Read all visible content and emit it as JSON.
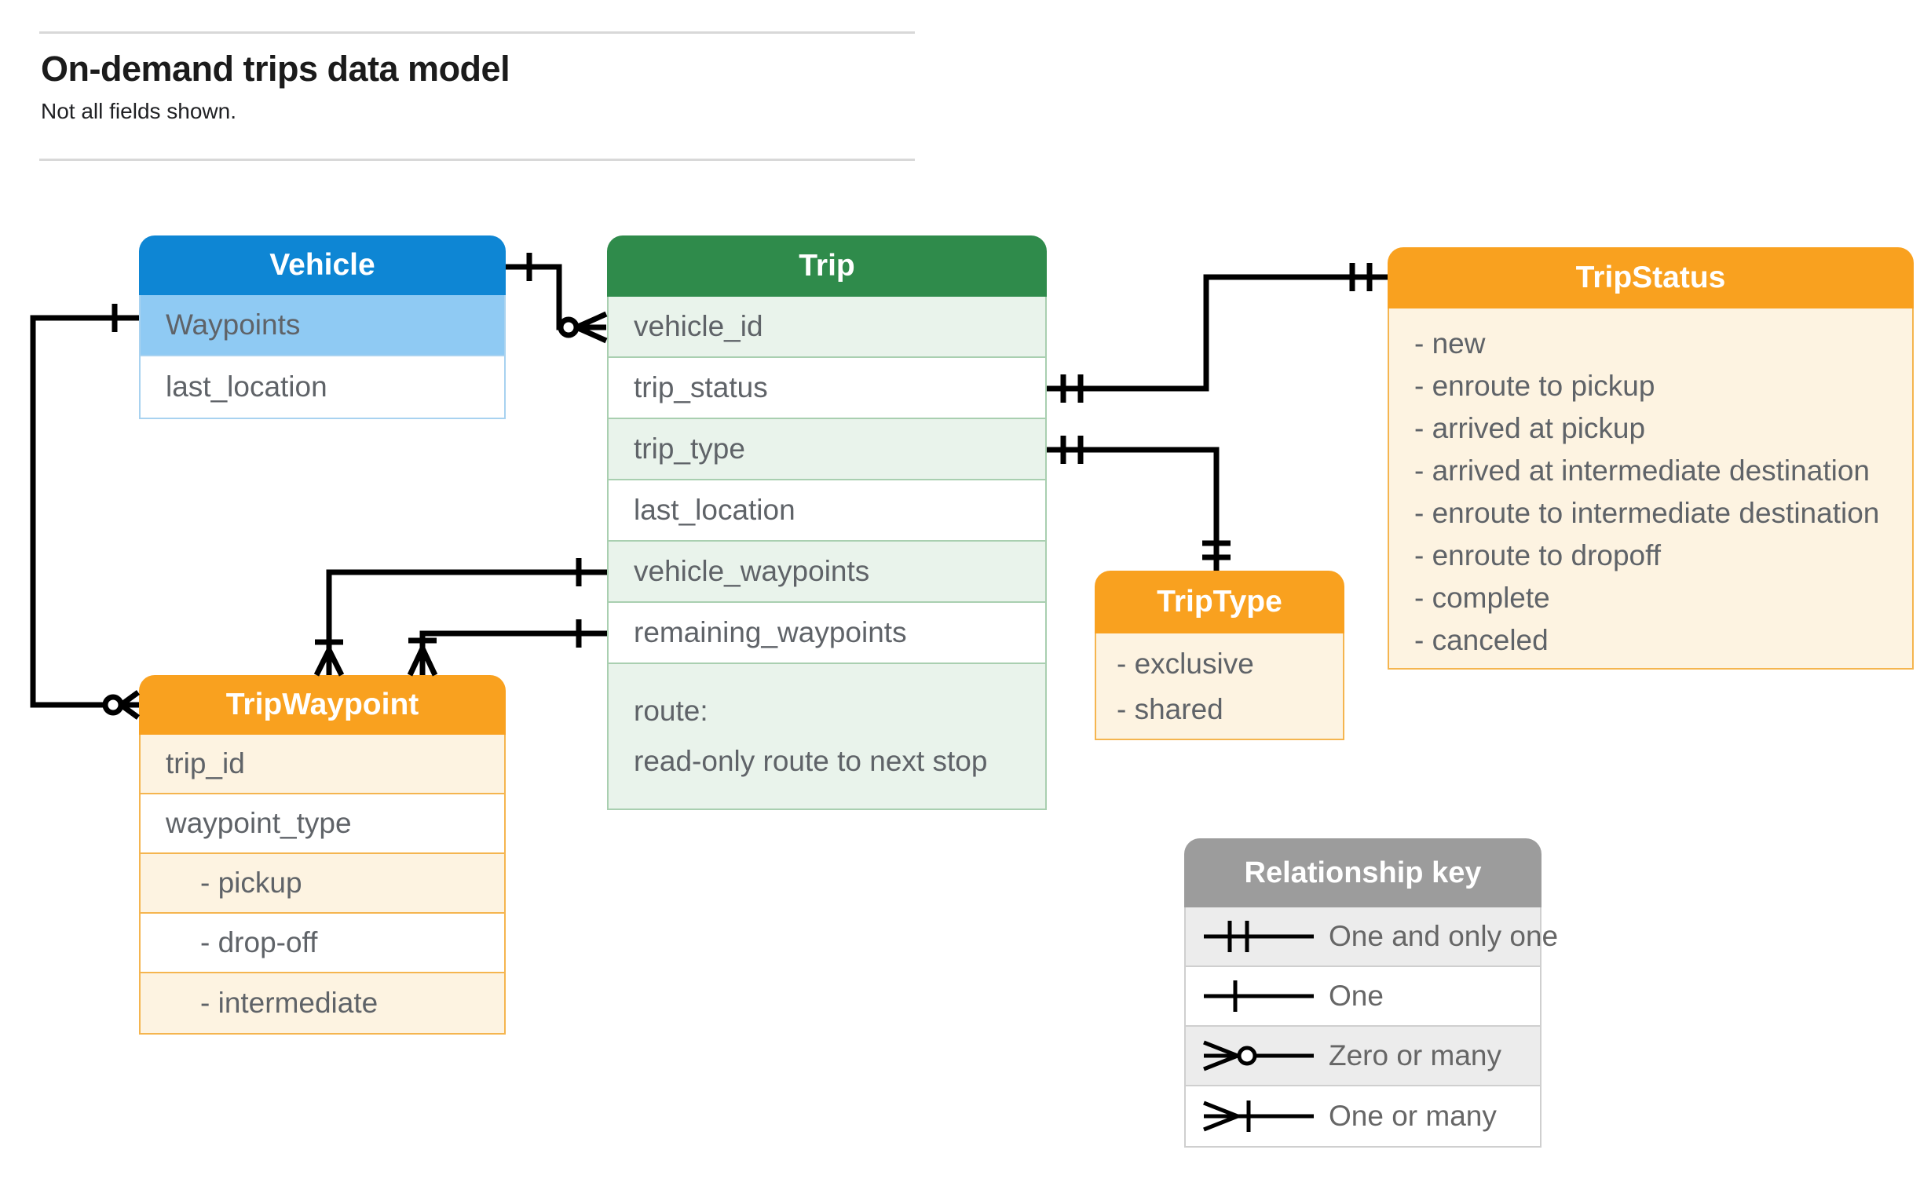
{
  "page": {
    "title": "On-demand trips data model",
    "subtitle": "Not all fields shown."
  },
  "tables": {
    "vehicle": {
      "title": "Vehicle",
      "fields": [
        {
          "label": "Waypoints",
          "highlighted": true
        },
        {
          "label": "last_location",
          "highlighted": false
        }
      ]
    },
    "trip": {
      "title": "Trip",
      "fields": [
        {
          "label": "vehicle_id"
        },
        {
          "label": "trip_status"
        },
        {
          "label": "trip_type"
        },
        {
          "label": "last_location"
        },
        {
          "label": "vehicle_waypoints"
        },
        {
          "label": "remaining_waypoints"
        }
      ],
      "route": {
        "label": "route:",
        "description": "read-only route to next stop"
      }
    },
    "trip_status": {
      "title": "TripStatus",
      "values": [
        "- new",
        "- enroute to pickup",
        "- arrived at pickup",
        "- arrived at intermediate destination",
        "- enroute to intermediate destination",
        "- enroute to dropoff",
        "- complete",
        "- canceled"
      ]
    },
    "trip_type": {
      "title": "TripType",
      "values": [
        "- exclusive",
        "- shared"
      ]
    },
    "trip_waypoint": {
      "title": "TripWaypoint",
      "fields": [
        "trip_id",
        "waypoint_type",
        "- pickup",
        "- drop-off",
        "- intermediate"
      ]
    }
  },
  "legend": {
    "title": "Relationship key",
    "entries": [
      {
        "symbol": "one-and-only-one",
        "label": "One and only one"
      },
      {
        "symbol": "one",
        "label": "One"
      },
      {
        "symbol": "zero-or-many",
        "label": "Zero or many"
      },
      {
        "symbol": "one-or-many",
        "label": "One or many"
      }
    ]
  },
  "relationships": [
    {
      "from": "Vehicle",
      "to": "Trip.vehicle_id",
      "from_cardinality": "one",
      "to_cardinality": "zero-or-many"
    },
    {
      "from": "Vehicle.Waypoints",
      "to": "TripWaypoint",
      "from_cardinality": "one",
      "to_cardinality": "zero-or-many"
    },
    {
      "from": "Trip.trip_status",
      "to": "TripStatus",
      "from_cardinality": "one-and-only-one",
      "to_cardinality": "one-and-only-one"
    },
    {
      "from": "Trip.trip_type",
      "to": "TripType",
      "from_cardinality": "one-and-only-one",
      "to_cardinality": "one-and-only-one"
    },
    {
      "from": "Trip.vehicle_waypoints",
      "to": "TripWaypoint",
      "from_cardinality": "one",
      "to_cardinality": "one-or-many"
    },
    {
      "from": "Trip.remaining_waypoints",
      "to": "TripWaypoint",
      "from_cardinality": "one",
      "to_cardinality": "one-or-many"
    }
  ],
  "colors": {
    "vehicle_header": "#0e86d4",
    "vehicle_highlight_row": "#8fcaf3",
    "trip_header": "#2f8b4b",
    "trip_row_tint": "#e9f3eb",
    "enum_header": "#f9a11f",
    "enum_row_tint": "#fdf3e1",
    "legend_header": "#9c9c9c",
    "legend_row_tint": "#ececec",
    "field_text": "#5f6368",
    "connector": "#000000"
  }
}
